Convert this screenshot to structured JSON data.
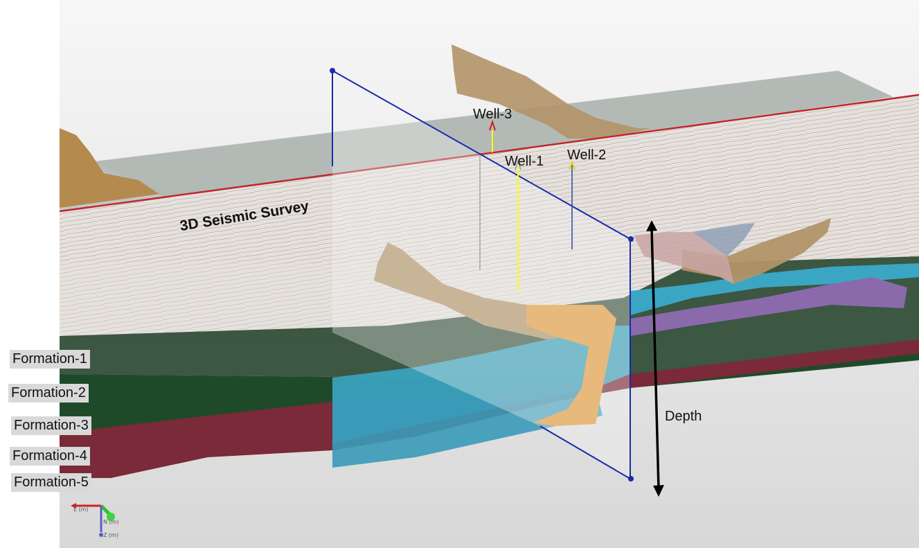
{
  "survey_label": "3D Seismic Survey",
  "wells": [
    {
      "name": "Well-1",
      "color": "#ffff00"
    },
    {
      "name": "Well-2",
      "color": "#2a4a9a"
    },
    {
      "name": "Well-3",
      "color": "#ffff00"
    }
  ],
  "depth_label": "Depth",
  "formations": [
    "Formation-1",
    "Formation-2",
    "Formation-3",
    "Formation-4",
    "Formation-5"
  ],
  "formation_colors": {
    "Formation-1": "#2d4a34",
    "Formation-2": "#1f4a2a",
    "Formation-3": "#7a2a38",
    "Formation-4": "#3aa6c4",
    "Formation-5": "#7a5a9a"
  },
  "axis_labels": {
    "x": "E (m)",
    "y": "N (m)",
    "z": "Z (m)"
  },
  "colors": {
    "survey_outline": "#c0262c",
    "section_frame": "#1a2aa8",
    "fault_surface": "#b5976a",
    "fault_orange": "#e29a3c",
    "background": "#e6e6e6"
  }
}
